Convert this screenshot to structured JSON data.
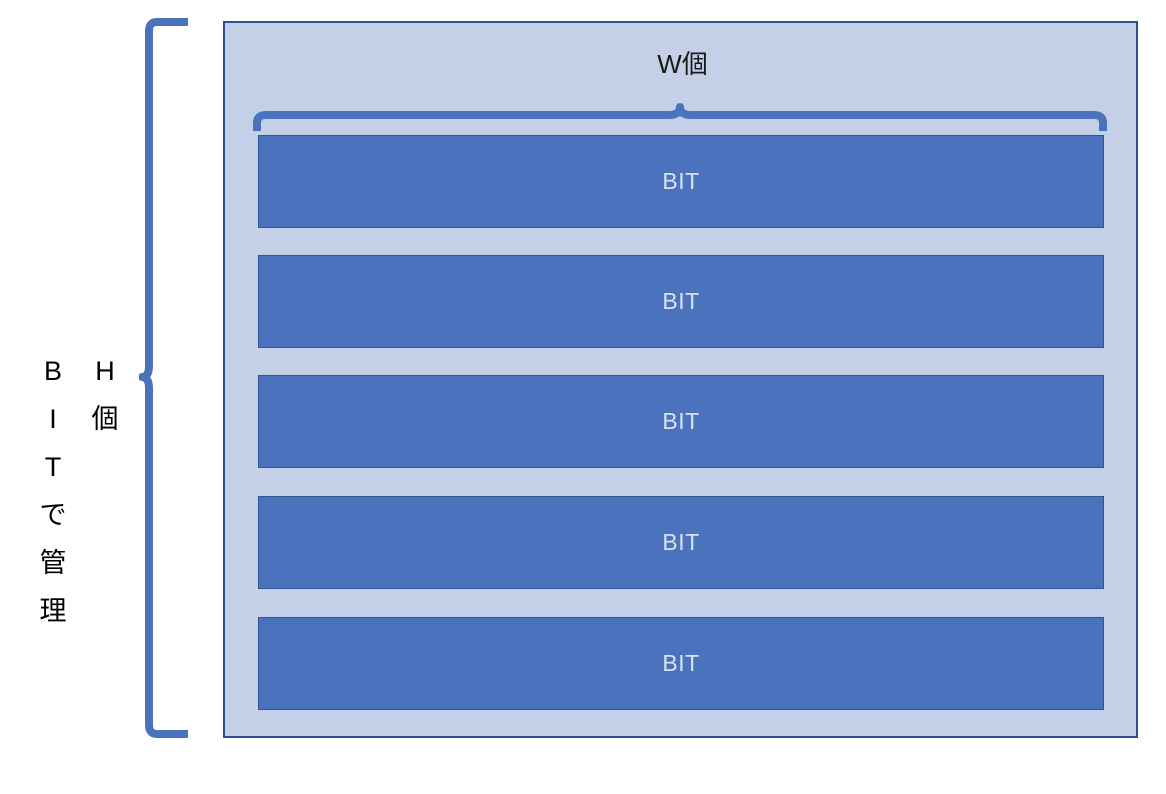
{
  "diagram": {
    "title_hidden": "",
    "colors": {
      "container_fill": "#c3d0e8",
      "container_border": "#2e4e8c",
      "bit_fill": "#4a72bd",
      "bit_border": "#35548f",
      "bit_text": "#d9e2f3",
      "brace": "#4a72bd",
      "label_text": "#1a1a1a"
    },
    "vertical_label_bit": {
      "text": "BITで管理",
      "chars": [
        "B",
        "I",
        "T",
        "で",
        "管",
        "理"
      ]
    },
    "vertical_label_height": {
      "text": "H個",
      "chars": [
        "H",
        "個"
      ]
    },
    "width_label": "W個",
    "bit_rows": [
      {
        "label": "BIT"
      },
      {
        "label": "BIT"
      },
      {
        "label": "BIT"
      },
      {
        "label": "BIT"
      },
      {
        "label": "BIT"
      }
    ]
  }
}
